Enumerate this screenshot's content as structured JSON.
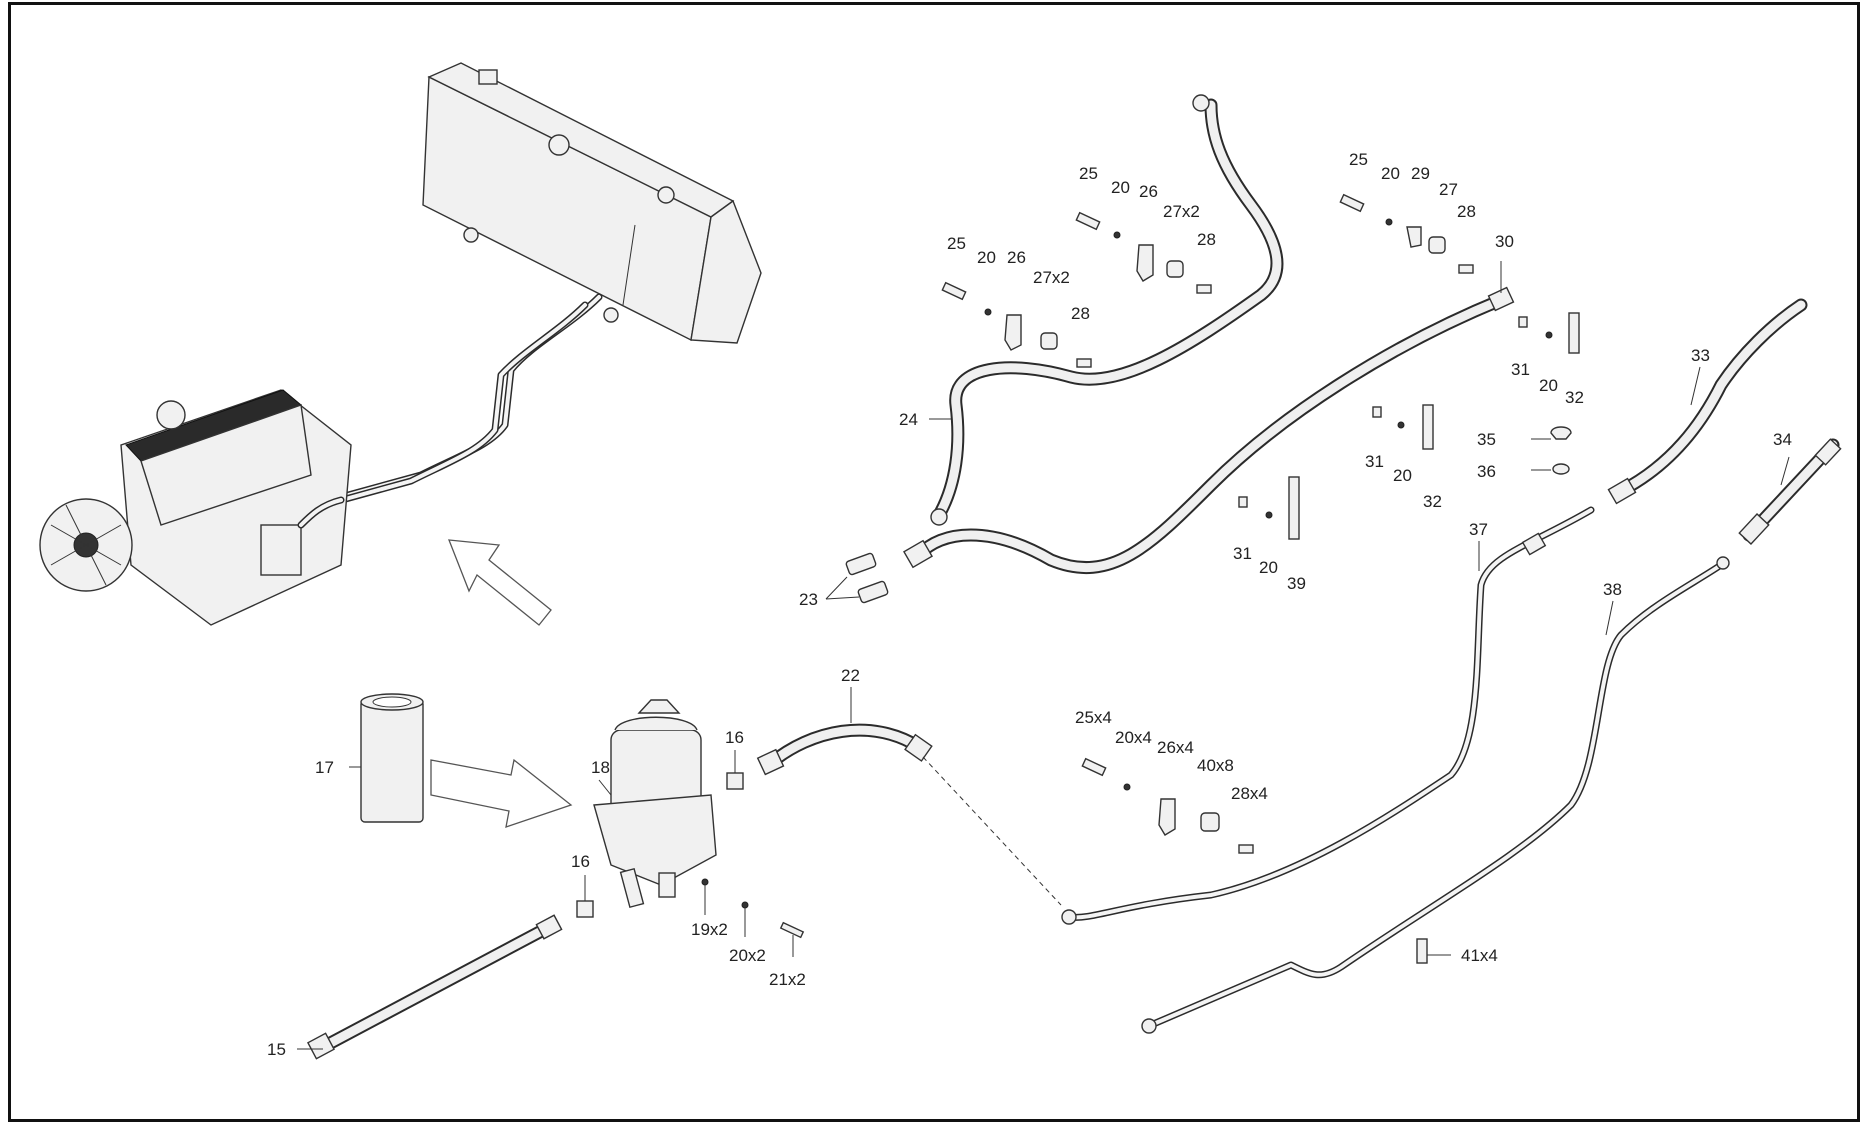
{
  "callouts": {
    "c15": "15",
    "c16a": "16",
    "c16b": "16",
    "c17": "17",
    "c18": "18",
    "c19x2": "19x2",
    "c20x2": "20x2",
    "c21x2": "21x2",
    "c22": "22",
    "c23": "23",
    "c24": "24",
    "c25a": "25",
    "c20a": "20",
    "c26a": "26",
    "c27x2a": "27x2",
    "c28a": "28",
    "c25b": "25",
    "c20b": "20",
    "c26b": "26",
    "c27x2b": "27x2",
    "c28b": "28",
    "c25c": "25",
    "c20c": "20",
    "c29": "29",
    "c27": "27",
    "c28c": "28",
    "c30": "30",
    "c31a": "31",
    "c20d": "20",
    "c32a": "32",
    "c31b": "31",
    "c20e": "20",
    "c32b": "32",
    "c31c": "31",
    "c20f": "20",
    "c39": "39",
    "c33": "33",
    "c34": "34",
    "c35": "35",
    "c36": "36",
    "c37": "37",
    "c38": "38",
    "c25x4": "25x4",
    "c20x4": "20x4",
    "c26x4": "26x4",
    "c40x8": "40x8",
    "c28x4": "28x4",
    "c41x4": "41x4"
  }
}
